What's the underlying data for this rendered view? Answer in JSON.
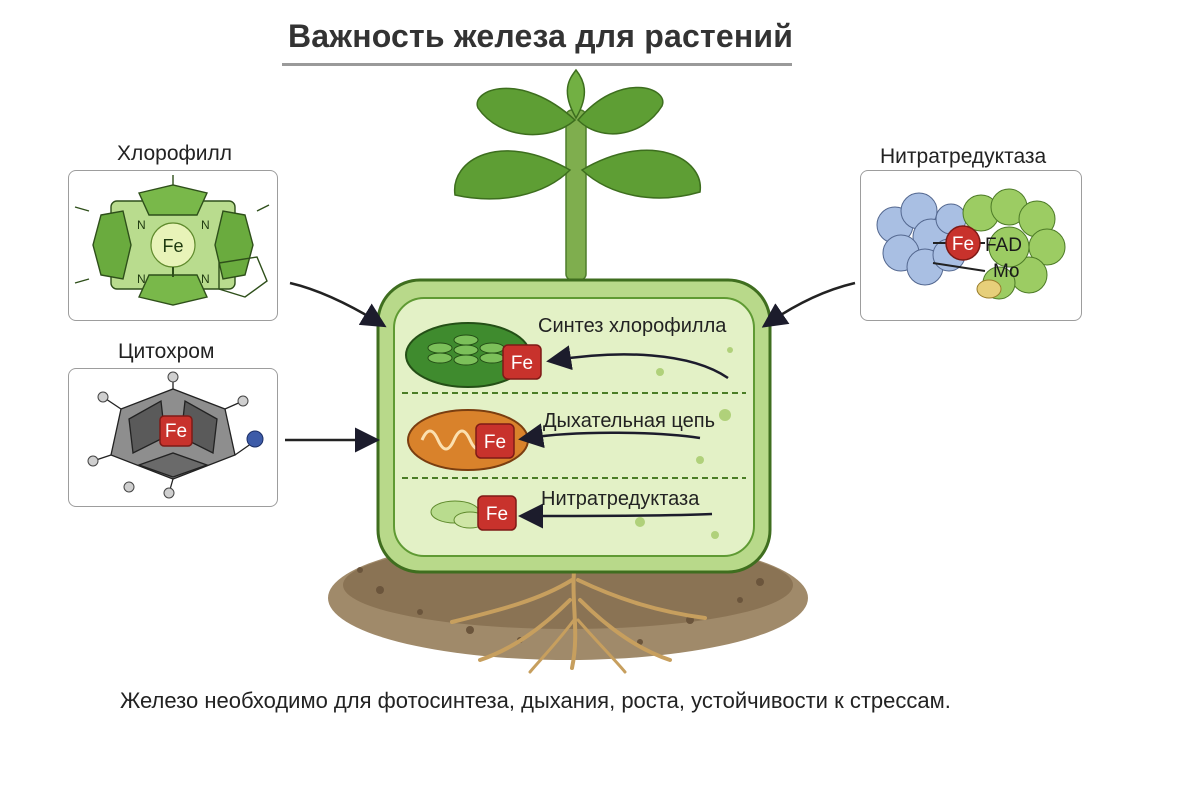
{
  "title": "Важность железа для растений",
  "panels": {
    "chlorophyll": {
      "label": "Хлорофилл",
      "badge": "Fe",
      "atoms": [
        "N",
        "N",
        "N",
        "N"
      ]
    },
    "cytochrome": {
      "label": "Цитохром",
      "badge": "Fe"
    },
    "nitrate_reductase": {
      "label": "Нитратредуктаза",
      "badge": "Fe",
      "cofactors": [
        "FAD",
        "Mo"
      ]
    }
  },
  "cell": {
    "rows": [
      {
        "label": "Синтез хлорофилла",
        "badge": "Fe"
      },
      {
        "label": "Дыхательная цепь",
        "badge": "Fe"
      },
      {
        "label": "Нитратредуктаза",
        "badge": "Fe"
      }
    ]
  },
  "caption": "Железо необходимо для фотосинтеза, дыхания, роста, устойчивости к стрессам.",
  "colors": {
    "leaf": "#5e9e34",
    "cell_fill": "#e3f1c6",
    "cell_border": "#5f9a33",
    "fe_badge": "#c8322c",
    "mitochondrion": "#d9822b",
    "soil": "#a08a6a"
  }
}
